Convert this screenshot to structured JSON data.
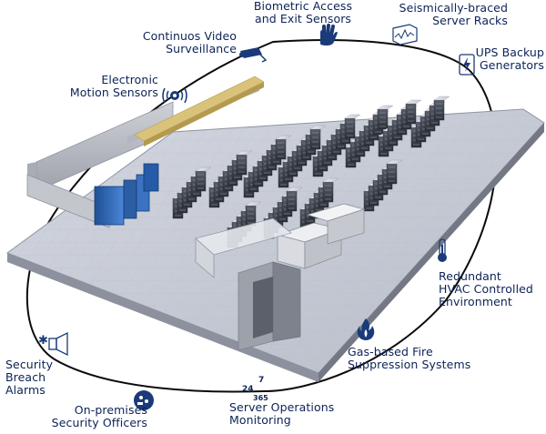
{
  "features": {
    "biometric": {
      "line1": "Biometric Access",
      "line2": "and Exit Sensors"
    },
    "seismic": {
      "line1": "Seismically-braced",
      "line2": "Server Racks"
    },
    "video": {
      "line1": "Continuos Video",
      "line2": "Surveillance"
    },
    "ups": {
      "line1": "UPS Backup",
      "line2": "Generators"
    },
    "motion": {
      "line1": "Electronic",
      "line2": "Motion Sensors"
    },
    "hvac": {
      "line1": "Redundant",
      "line2": "HVAC Controlled",
      "line3": "Environment"
    },
    "fire": {
      "line1": "Gas-based Fire",
      "line2": "Suppression Systems"
    },
    "alarms": {
      "line1": "Security",
      "line2": "Breach",
      "line3": "Alarms"
    },
    "officers": {
      "line1": "On-premises",
      "line2": "Security Officers"
    },
    "monitoring": {
      "line1": "Server Operations",
      "line2": "Monitoring",
      "icon_text": {
        "a": "24",
        "b": "7",
        "c": "365"
      }
    }
  },
  "colors": {
    "text": "#0c2257",
    "icon": "#1a3a7a",
    "loop": "#0b0b0b",
    "floor": "#c9cdd8",
    "rack": "#3a3f4a",
    "wall": "#b9bcc4",
    "cabinet": "#2b66b8"
  }
}
